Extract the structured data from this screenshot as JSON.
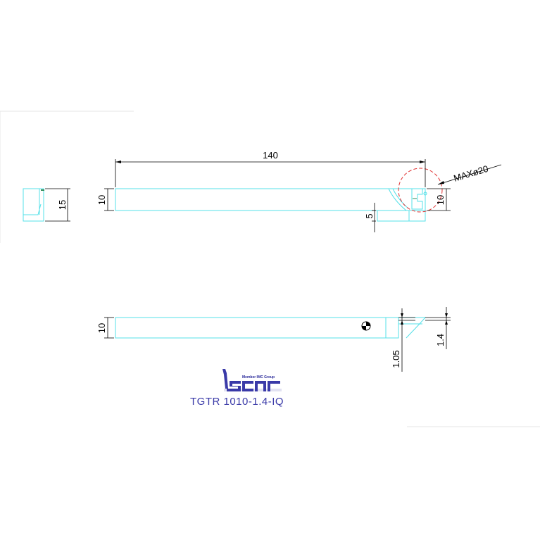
{
  "drawing": {
    "dimensions": {
      "length": "140",
      "height_left": "10",
      "height_right": "10",
      "end_view_height": "15",
      "offset": "5",
      "max_dia": "MAXø20",
      "height_bottom": "10",
      "depth_1": "1.05",
      "depth_2": "1.4"
    },
    "logo": {
      "member_text": "Member IMC Group",
      "brand": "iscar"
    },
    "caption": "TGTR 1010-1.4-IQ"
  },
  "colors": {
    "part_outline": "#55e0e8",
    "dimension": "#000000",
    "detail_circle": "#e03030",
    "brand": "#3a3aa8"
  }
}
